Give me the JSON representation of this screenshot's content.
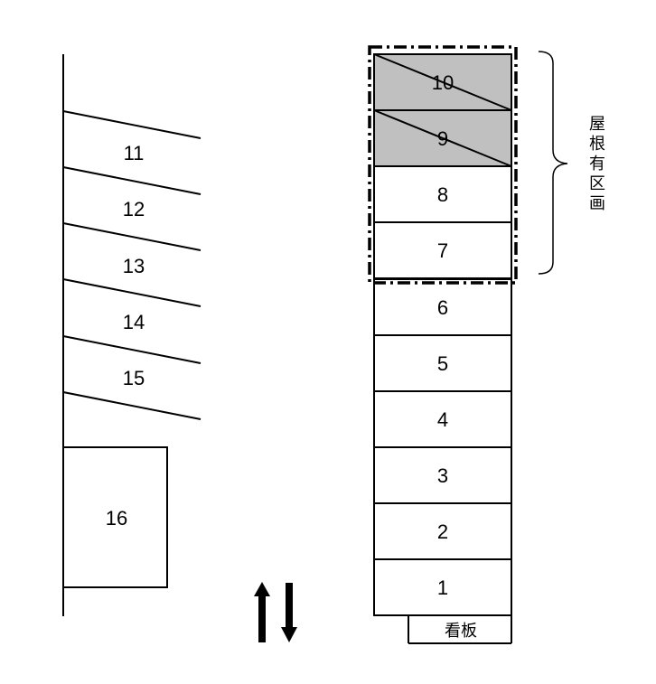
{
  "slots": {
    "s1": "1",
    "s2": "2",
    "s3": "3",
    "s4": "4",
    "s5": "5",
    "s6": "6",
    "s7": "7",
    "s8": "8",
    "s9": "9",
    "s10": "10",
    "s11": "11",
    "s12": "12",
    "s13": "13",
    "s14": "14",
    "s15": "15",
    "s16": "16"
  },
  "roofed_slots": [
    "9",
    "10"
  ],
  "roof_label": [
    "屋",
    "根",
    "有",
    "区",
    "画"
  ],
  "signboard_label": "看板",
  "colors": {
    "line": "#000000",
    "roofed_fill": "#c0c0c0",
    "background": "#ffffff"
  },
  "icons": {
    "traffic_direction": "up-down-arrows-icon"
  }
}
